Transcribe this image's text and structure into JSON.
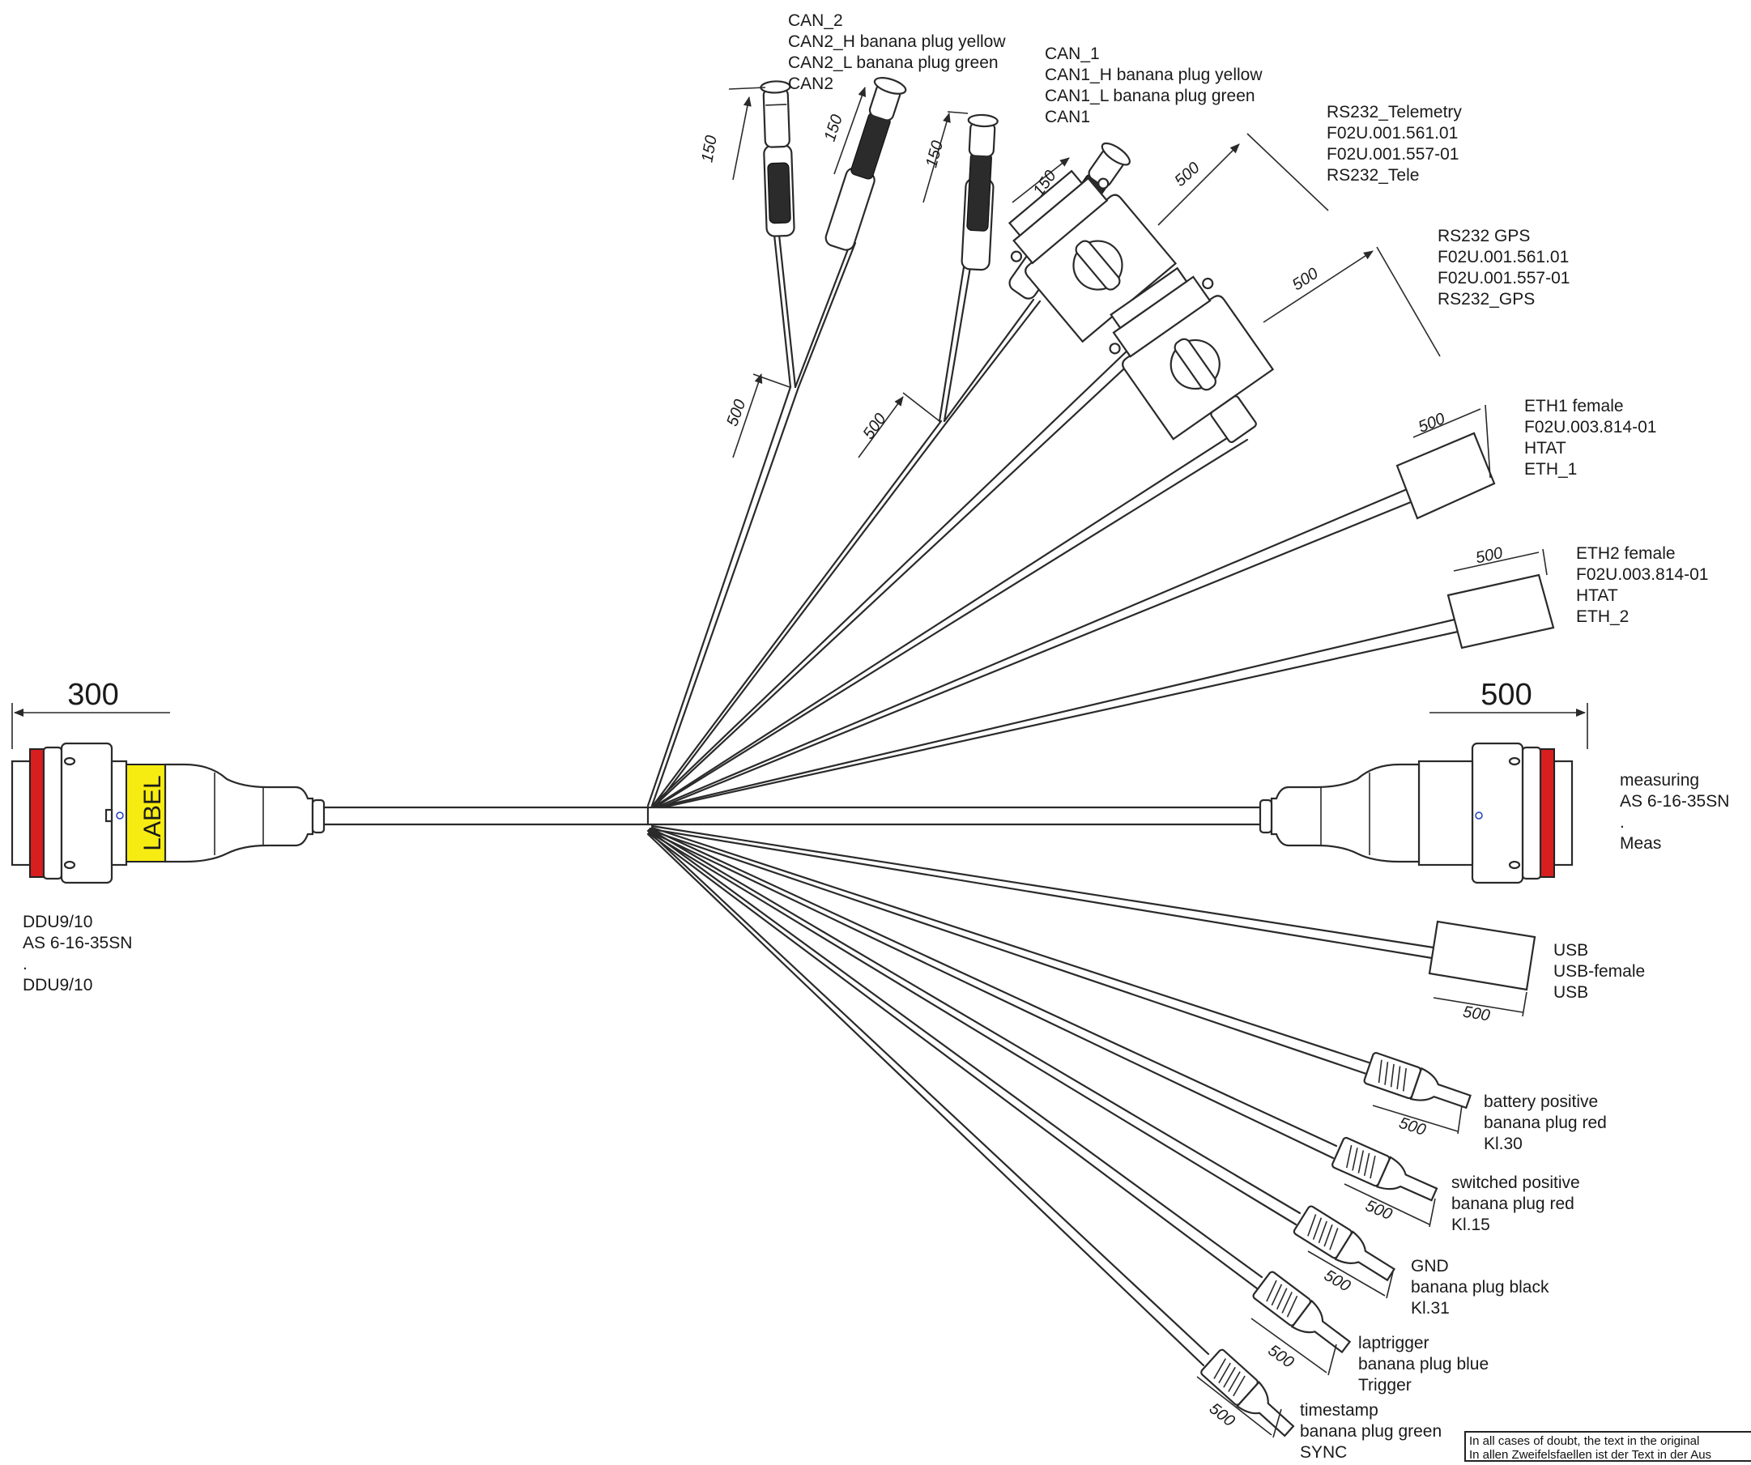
{
  "connectors": {
    "left_main": {
      "lines": [
        "DDU9/10",
        "AS 6-16-35SN",
        ".",
        "DDU9/10"
      ],
      "label_tag": "LABEL",
      "length": "300"
    },
    "right_main": {
      "lines": [
        "measuring",
        "AS 6-16-35SN",
        ".",
        "Meas"
      ],
      "length": "500"
    },
    "can2": {
      "lines": [
        "CAN_2",
        "CAN2_H banana plug yellow",
        "CAN2_L banana plug green",
        "CAN2"
      ],
      "length_a": "150",
      "length_b": "150",
      "length_trunk": "500"
    },
    "can1": {
      "lines": [
        "CAN_1",
        "CAN1_H banana plug yellow",
        "CAN1_L banana plug green",
        "CAN1"
      ],
      "length_a": "150",
      "length_b": "150",
      "length_trunk": "500"
    },
    "rs232_tele": {
      "lines": [
        "RS232_Telemetry",
        "F02U.001.561.01",
        "F02U.001.557-01",
        "RS232_Tele"
      ],
      "length": "500"
    },
    "rs232_gps": {
      "lines": [
        "RS232 GPS",
        "F02U.001.561.01",
        "F02U.001.557-01",
        "RS232_GPS"
      ],
      "length": "500"
    },
    "eth1": {
      "lines": [
        "ETH1 female",
        "F02U.003.814-01",
        "HTAT",
        "ETH_1"
      ],
      "length": "500"
    },
    "eth2": {
      "lines": [
        "ETH2 female",
        "F02U.003.814-01",
        "HTAT",
        "ETH_2"
      ],
      "length": "500"
    },
    "usb": {
      "lines": [
        "USB",
        "USB-female",
        "USB"
      ],
      "length": "500"
    },
    "battery": {
      "lines": [
        "battery positive",
        "banana plug red",
        "Kl.30"
      ],
      "length": "500"
    },
    "switched": {
      "lines": [
        "switched positive",
        "banana plug red",
        "Kl.15"
      ],
      "length": "500"
    },
    "gnd": {
      "lines": [
        "GND",
        "banana plug black",
        "Kl.31"
      ],
      "length": "500"
    },
    "laptrigger": {
      "lines": [
        "laptrigger",
        "banana plug blue",
        "Trigger"
      ],
      "length": "500"
    },
    "timestamp": {
      "lines": [
        "timestamp",
        "banana plug green",
        "SYNC"
      ],
      "length": "500"
    }
  },
  "note": {
    "line1": "In all cases of doubt, the text in the original",
    "line2": "In allen Zweifelsfaellen ist der Text in der Aus"
  },
  "colors": {
    "connector_red": "#d81e1e",
    "label_yellow": "#f6ec12",
    "line": "#2a2a2a"
  }
}
